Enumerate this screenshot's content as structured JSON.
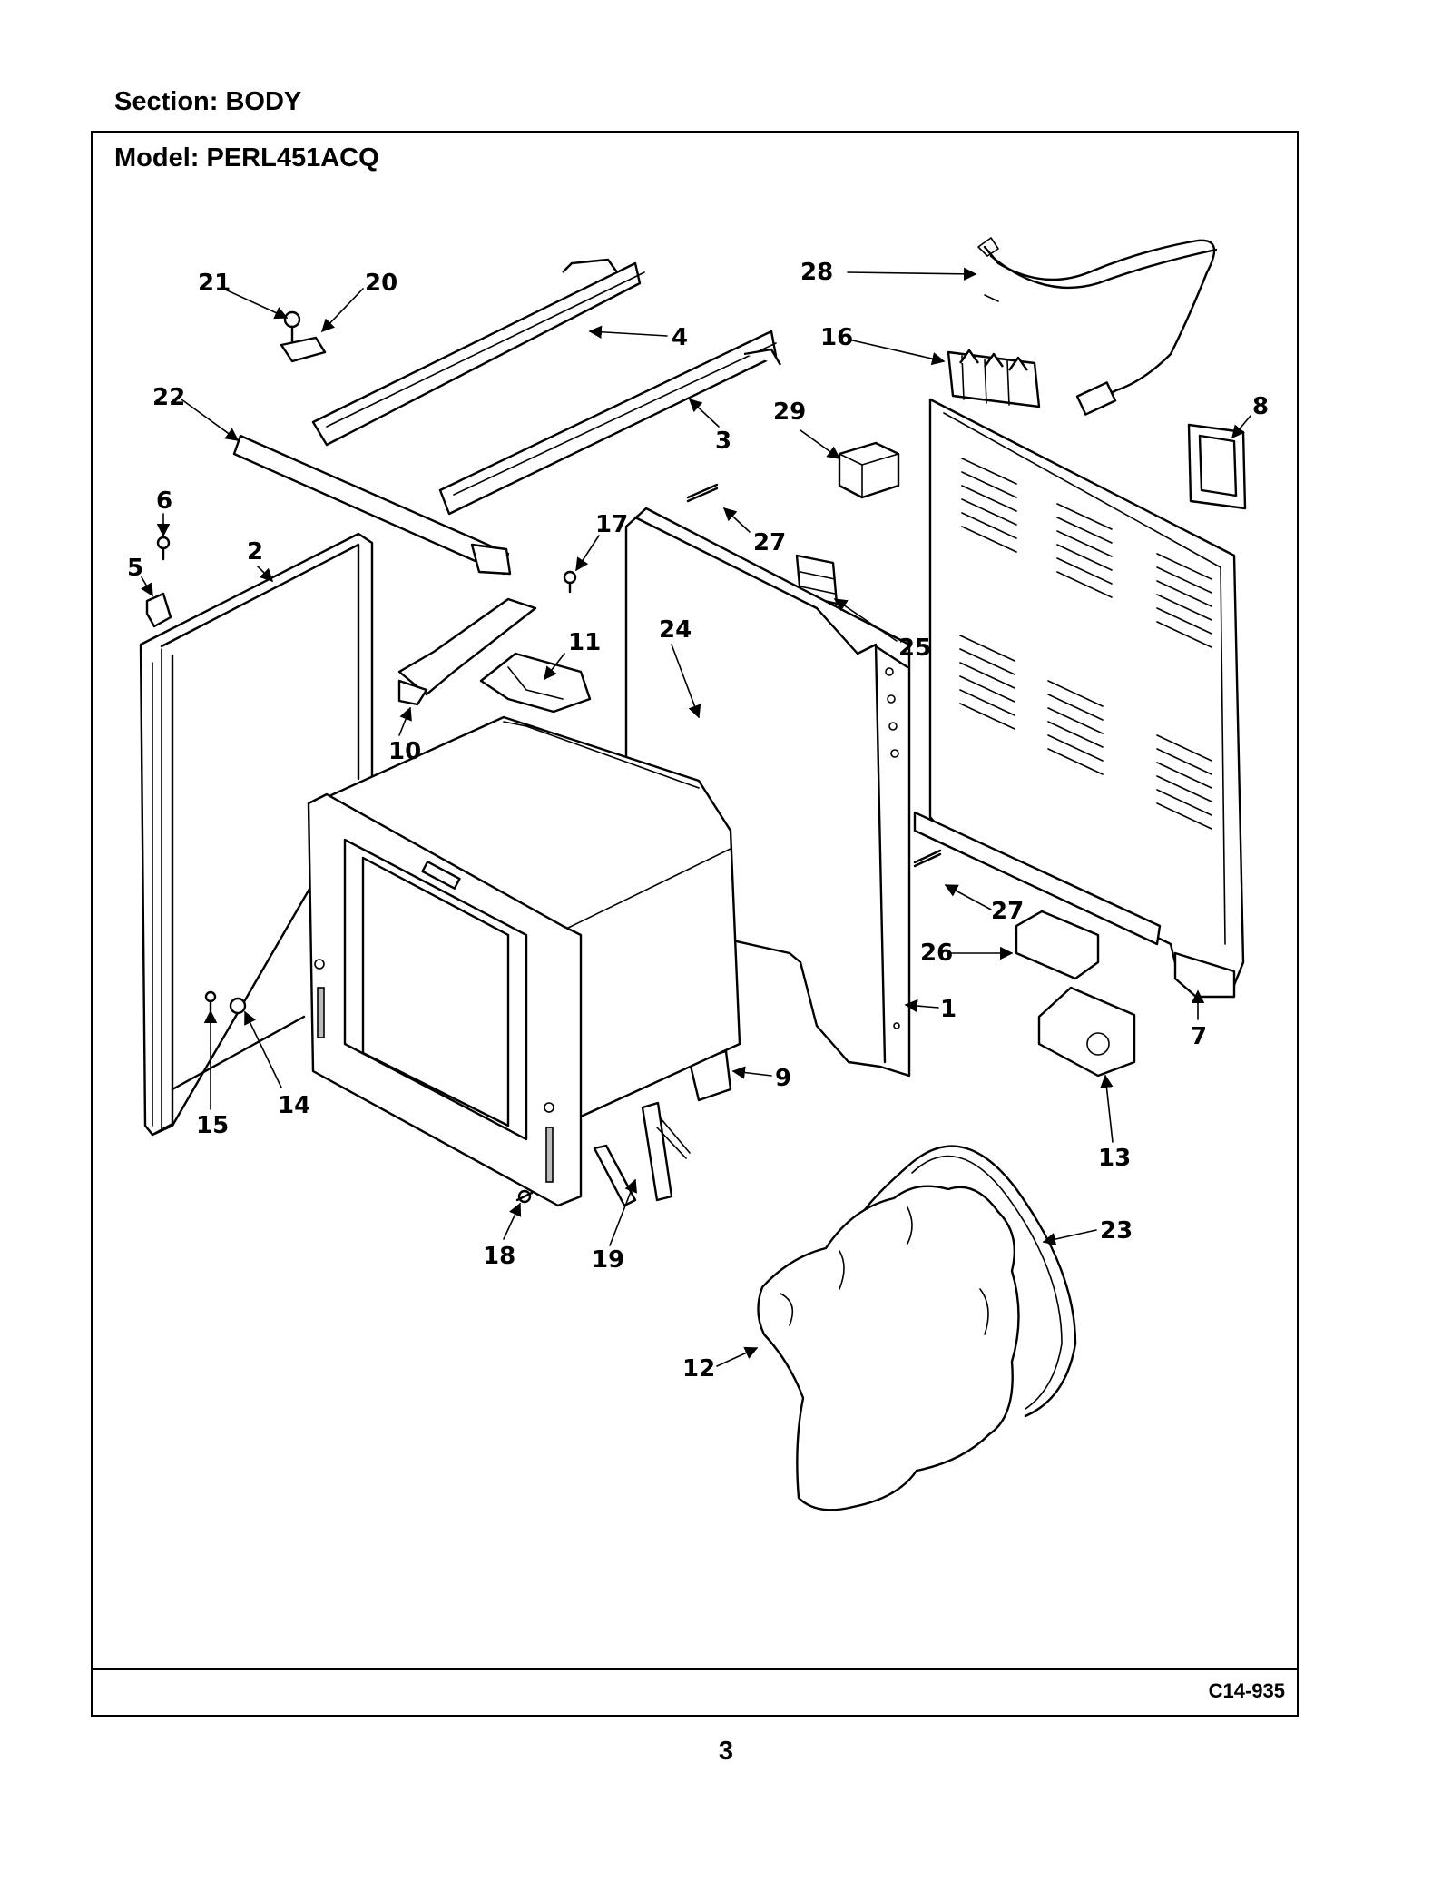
{
  "section_label": "Section:  BODY",
  "model_label": "Model:  PERL451ACQ",
  "drawing_code": "C14-935",
  "page_number": "3",
  "callouts": [
    "1",
    "2",
    "3",
    "4",
    "5",
    "6",
    "7",
    "8",
    "9",
    "10",
    "11",
    "12",
    "13",
    "14",
    "15",
    "16",
    "17",
    "18",
    "19",
    "20",
    "21",
    "22",
    "23",
    "24",
    "25",
    "26",
    "27",
    "27",
    "28",
    "29"
  ]
}
